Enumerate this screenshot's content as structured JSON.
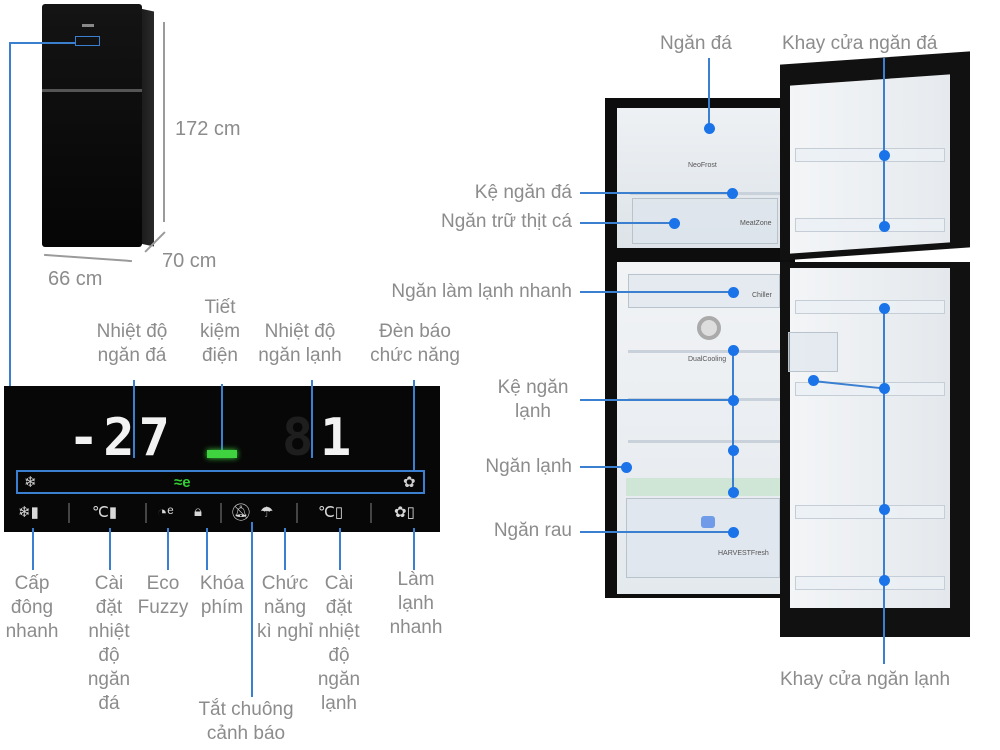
{
  "dimensions": {
    "height": "172 cm",
    "depth": "70 cm",
    "width": "66 cm"
  },
  "control_panel": {
    "freezer_temp_display": "-27",
    "fridge_temp_display": "1",
    "callouts_top": [
      {
        "id": "freezer-temp",
        "label": "Nhiệt độ ngăn đá"
      },
      {
        "id": "energy-saving",
        "label": "Tiết kiệm điện"
      },
      {
        "id": "fridge-temp",
        "label": "Nhiệt độ ngăn lạnh"
      },
      {
        "id": "function-indicator",
        "label": "Đèn báo chức năng"
      }
    ],
    "indicator_icons": [
      "snowflake-icon",
      "eco-fuzzy-icon",
      "fast-cool-icon"
    ],
    "buttons": [
      {
        "id": "quick-freeze",
        "icon": "snowflake-icon",
        "label": "Cấp đông nhanh"
      },
      {
        "id": "freezer-temp-setting",
        "icon": "thermometer-icon",
        "label": "Cài đặt nhiệt độ ngăn đá"
      },
      {
        "id": "eco-fuzzy",
        "icon": "eco-gauge-icon",
        "label": "Eco Fuzzy"
      },
      {
        "id": "key-lock",
        "icon": "lock-icon",
        "label": "Khóa phím"
      },
      {
        "id": "alarm-off",
        "icon": "bell-off-icon",
        "label": "Tắt chuông cảnh báo"
      },
      {
        "id": "holiday",
        "icon": "beach-umbrella-icon",
        "label": "Chức năng kì nghỉ"
      },
      {
        "id": "fridge-temp-setting",
        "icon": "thermometer-icon",
        "label": "Cài đặt nhiệt độ ngăn lạnh"
      },
      {
        "id": "fast-cool",
        "icon": "fan-icon",
        "label": "Làm lạnh nhanh"
      }
    ]
  },
  "fridge_parts": {
    "freezer": "Ngăn đá",
    "freezer_door_tray": "Khay cửa ngăn đá",
    "freezer_shelf": "Kệ ngăn đá",
    "meat_zone": "Ngăn trữ thịt cá",
    "chiller": "Ngăn làm lạnh nhanh",
    "fridge_shelf": "Kệ ngăn lạnh",
    "fridge": "Ngăn lạnh",
    "crisper": "Ngăn rau",
    "fridge_door_tray": "Khay cửa ngăn lạnh"
  },
  "interior_markings": {
    "neofrost": "NeoFrost",
    "meatzone": "MeatZone",
    "chiller": "Chiller",
    "dualcooling": "DualCooling",
    "harvestfresh": "HARVESTFresh"
  }
}
